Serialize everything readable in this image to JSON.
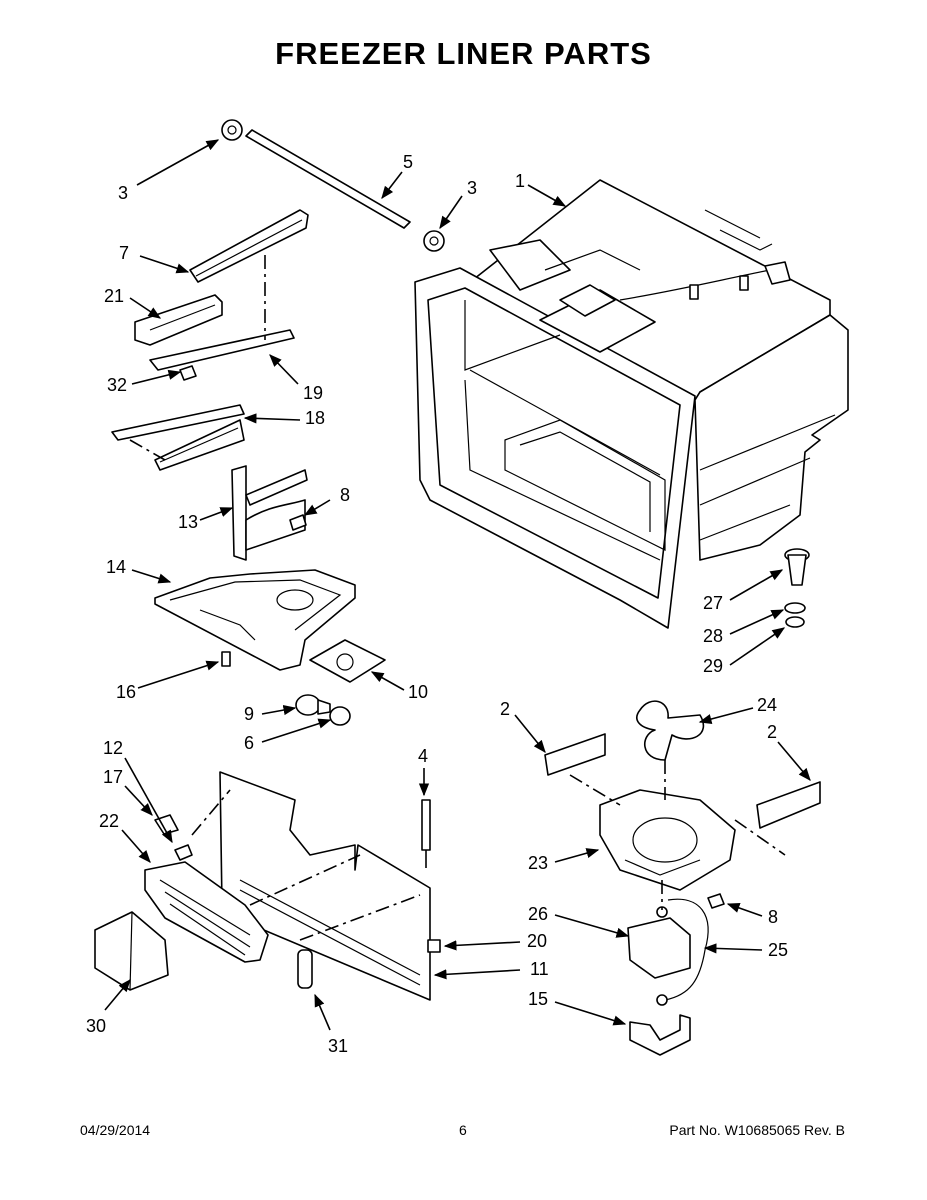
{
  "title": "FREEZER LINER PARTS",
  "footer": {
    "date": "04/29/2014",
    "page": "6",
    "part_no": "Part No. W10685065  Rev. B"
  },
  "callouts": [
    {
      "id": "c1",
      "text": "1"
    },
    {
      "id": "c2a",
      "text": "2"
    },
    {
      "id": "c2b",
      "text": "2"
    },
    {
      "id": "c3a",
      "text": "3"
    },
    {
      "id": "c3b",
      "text": "3"
    },
    {
      "id": "c4",
      "text": "4"
    },
    {
      "id": "c5",
      "text": "5"
    },
    {
      "id": "c6",
      "text": "6"
    },
    {
      "id": "c7",
      "text": "7"
    },
    {
      "id": "c8a",
      "text": "8"
    },
    {
      "id": "c8b",
      "text": "8"
    },
    {
      "id": "c9",
      "text": "9"
    },
    {
      "id": "c10",
      "text": "10"
    },
    {
      "id": "c11",
      "text": "11"
    },
    {
      "id": "c12",
      "text": "12"
    },
    {
      "id": "c13",
      "text": "13"
    },
    {
      "id": "c14",
      "text": "14"
    },
    {
      "id": "c15",
      "text": "15"
    },
    {
      "id": "c16",
      "text": "16"
    },
    {
      "id": "c17",
      "text": "17"
    },
    {
      "id": "c18",
      "text": "18"
    },
    {
      "id": "c19",
      "text": "19"
    },
    {
      "id": "c20",
      "text": "20"
    },
    {
      "id": "c21",
      "text": "21"
    },
    {
      "id": "c22",
      "text": "22"
    },
    {
      "id": "c23",
      "text": "23"
    },
    {
      "id": "c24",
      "text": "24"
    },
    {
      "id": "c25",
      "text": "25"
    },
    {
      "id": "c26",
      "text": "26"
    },
    {
      "id": "c27",
      "text": "27"
    },
    {
      "id": "c28",
      "text": "28"
    },
    {
      "id": "c29",
      "text": "29"
    },
    {
      "id": "c30",
      "text": "30"
    },
    {
      "id": "c31",
      "text": "31"
    },
    {
      "id": "c32",
      "text": "32"
    }
  ]
}
